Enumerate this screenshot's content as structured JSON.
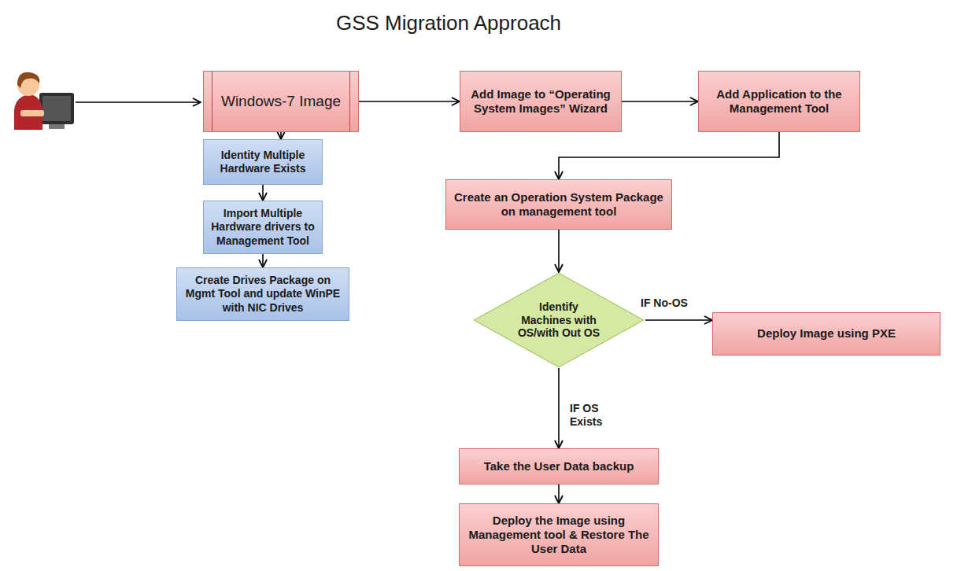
{
  "diagram": {
    "title": "GSS Migration Approach",
    "nodes": [
      {
        "text": [
          "Windows-7 Image"
        ]
      },
      {
        "text": [
          "Add Image to “Operating System Images” Wizard"
        ]
      },
      {
        "text": [
          "Add Application to the Management Tool"
        ]
      },
      {
        "text": [
          "Identity Multiple Hardware Exists"
        ]
      },
      {
        "text": [
          "Import Multiple Hardware drivers to Management Tool"
        ]
      },
      {
        "text": [
          "Create Drives Package on Mgmt Tool and update WinPE with NIC Drives"
        ]
      },
      {
        "text": [
          "Create an Operation System Package on management tool"
        ]
      },
      {
        "text": [
          "Identify Machines with OS/with Out OS"
        ]
      },
      {
        "text": [
          "Deploy Image using PXE"
        ]
      },
      {
        "text": [
          "Take the User Data backup"
        ]
      },
      {
        "text": [
          "Deploy the Image using Management tool & Restore The User Data"
        ]
      }
    ],
    "edges": [
      {
        "from": 0,
        "to": 1,
        "arrow": "to"
      },
      {
        "from": 1,
        "to": 2,
        "arrow": "to"
      },
      {
        "from": 2,
        "to": 6,
        "arrow": "to"
      },
      {
        "from": 0,
        "to": 3,
        "arrow": "to"
      },
      {
        "from": 3,
        "to": 4,
        "arrow": "to"
      },
      {
        "from": 4,
        "to": 5,
        "arrow": "to"
      },
      {
        "from": 6,
        "to": 7,
        "arrow": "to"
      },
      {
        "from": 7,
        "to": 8,
        "label": "IF No-OS",
        "arrow": "to"
      },
      {
        "from": 7,
        "to": 9,
        "label": "IF OS Exists",
        "arrow": "to"
      },
      {
        "from": 9,
        "to": 10,
        "arrow": "to"
      }
    ]
  }
}
